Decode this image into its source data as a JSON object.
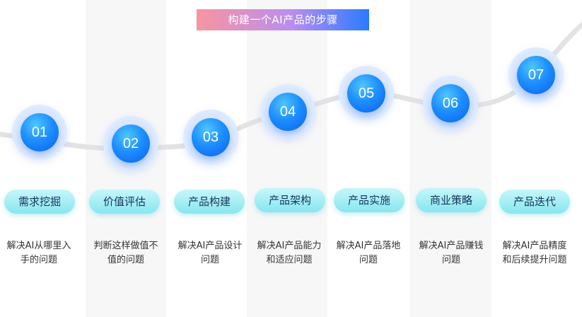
{
  "title": "构建一个AI产品的步骤",
  "steps": [
    {
      "num": "01",
      "label": "需求挖掘",
      "desc": "解决AI从哪里入手的问题"
    },
    {
      "num": "02",
      "label": "价值评估",
      "desc": "判断这样做值不值的问题"
    },
    {
      "num": "03",
      "label": "产品构建",
      "desc": "解决AI产品设计问题"
    },
    {
      "num": "04",
      "label": "产品架构",
      "desc": "解决AI产品能力和适应问题"
    },
    {
      "num": "05",
      "label": "产品实施",
      "desc": "解决AI产品落地问题"
    },
    {
      "num": "06",
      "label": "商业策略",
      "desc": "解决AI产品赚钱问题"
    },
    {
      "num": "07",
      "label": "产品迭代",
      "desc": "解决AI产品精度和后续提升问题"
    }
  ],
  "colors": {
    "banner_start": "#f8959f",
    "banner_end": "#2a7bff",
    "circle": "#1e8fff",
    "pill": "#9beef4",
    "column_shade": "#f7f7f8"
  }
}
